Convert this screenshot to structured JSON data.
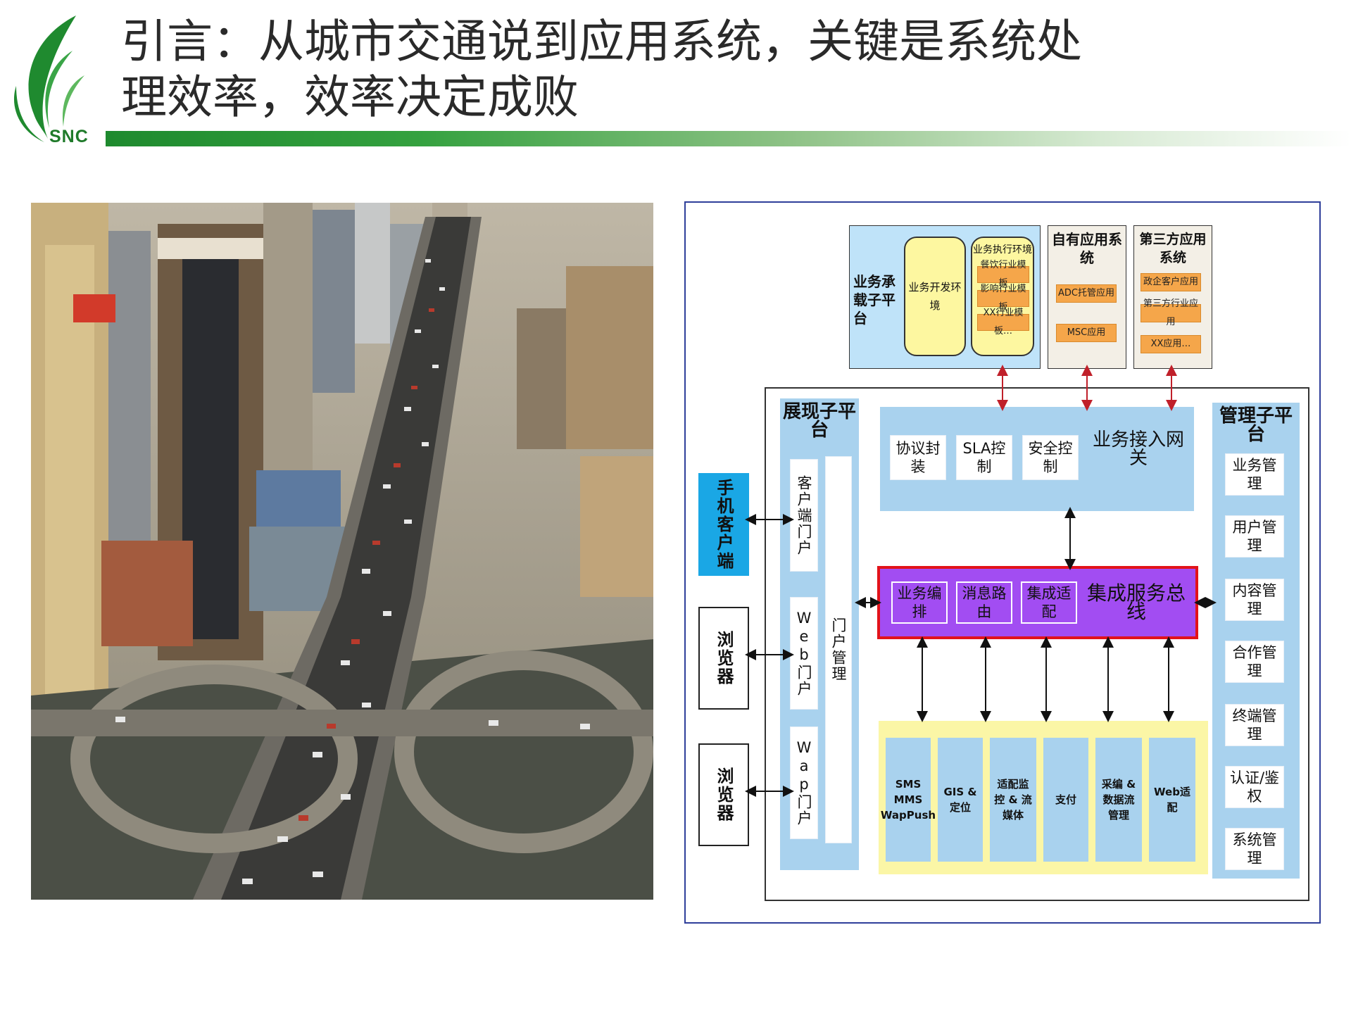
{
  "header": {
    "title": "引言：从城市交通说到应用系统，关键是系统处理效率，效率决定成败",
    "logo_text": "SNC"
  },
  "colors": {
    "brand_green": "#1e8a2e",
    "light_blue": "#a9d2ee",
    "bus_purple": "#a24df2",
    "bus_border": "#e2131a",
    "cyan_client": "#1aa7e5",
    "orange_item": "#f5a64a",
    "yellow_area": "#fbf6a6"
  },
  "photo": {
    "subject": "city-overpass-traffic-jam"
  },
  "diagram": {
    "top": {
      "carrier": {
        "label": "业务承载子平台",
        "dev_env": "业务开发环境",
        "exec_env": {
          "title": "业务执行环境",
          "items": [
            "餐饮行业模板",
            "影响行业模板",
            "XX行业模板…"
          ]
        }
      },
      "own_apps": {
        "title": "自有应用系统",
        "items": [
          "ADC托管应用",
          "MSC应用"
        ]
      },
      "third_apps": {
        "title": "第三方应用系统",
        "items": [
          "政企客户应用",
          "第三方行业应用",
          "XX应用…"
        ]
      }
    },
    "present_platform": {
      "title": "展现子平台",
      "portals": [
        "客户端门户",
        "Web门户",
        "Wap门户"
      ],
      "portal_mgmt": "门户管理"
    },
    "clients": [
      "手机客户端",
      "浏览器",
      "浏览器"
    ],
    "gateway": {
      "title": "业务接入网关",
      "items": [
        "协议封装",
        "SLA控制",
        "安全控制"
      ]
    },
    "bus": {
      "title": "集成服务总线",
      "items": [
        "业务编排",
        "消息路由",
        "集成适配"
      ]
    },
    "capabilities": [
      "SMS MMS WapPush",
      "GIS & 定位",
      "适配监控 & 流媒体",
      "支付",
      "采编 & 数据流管理",
      "Web适配"
    ],
    "mgmt_platform": {
      "title": "管理子平台",
      "items": [
        "业务管理",
        "用户管理",
        "内容管理",
        "合作管理",
        "终端管理",
        "认证/鉴权",
        "系统管理"
      ]
    }
  }
}
